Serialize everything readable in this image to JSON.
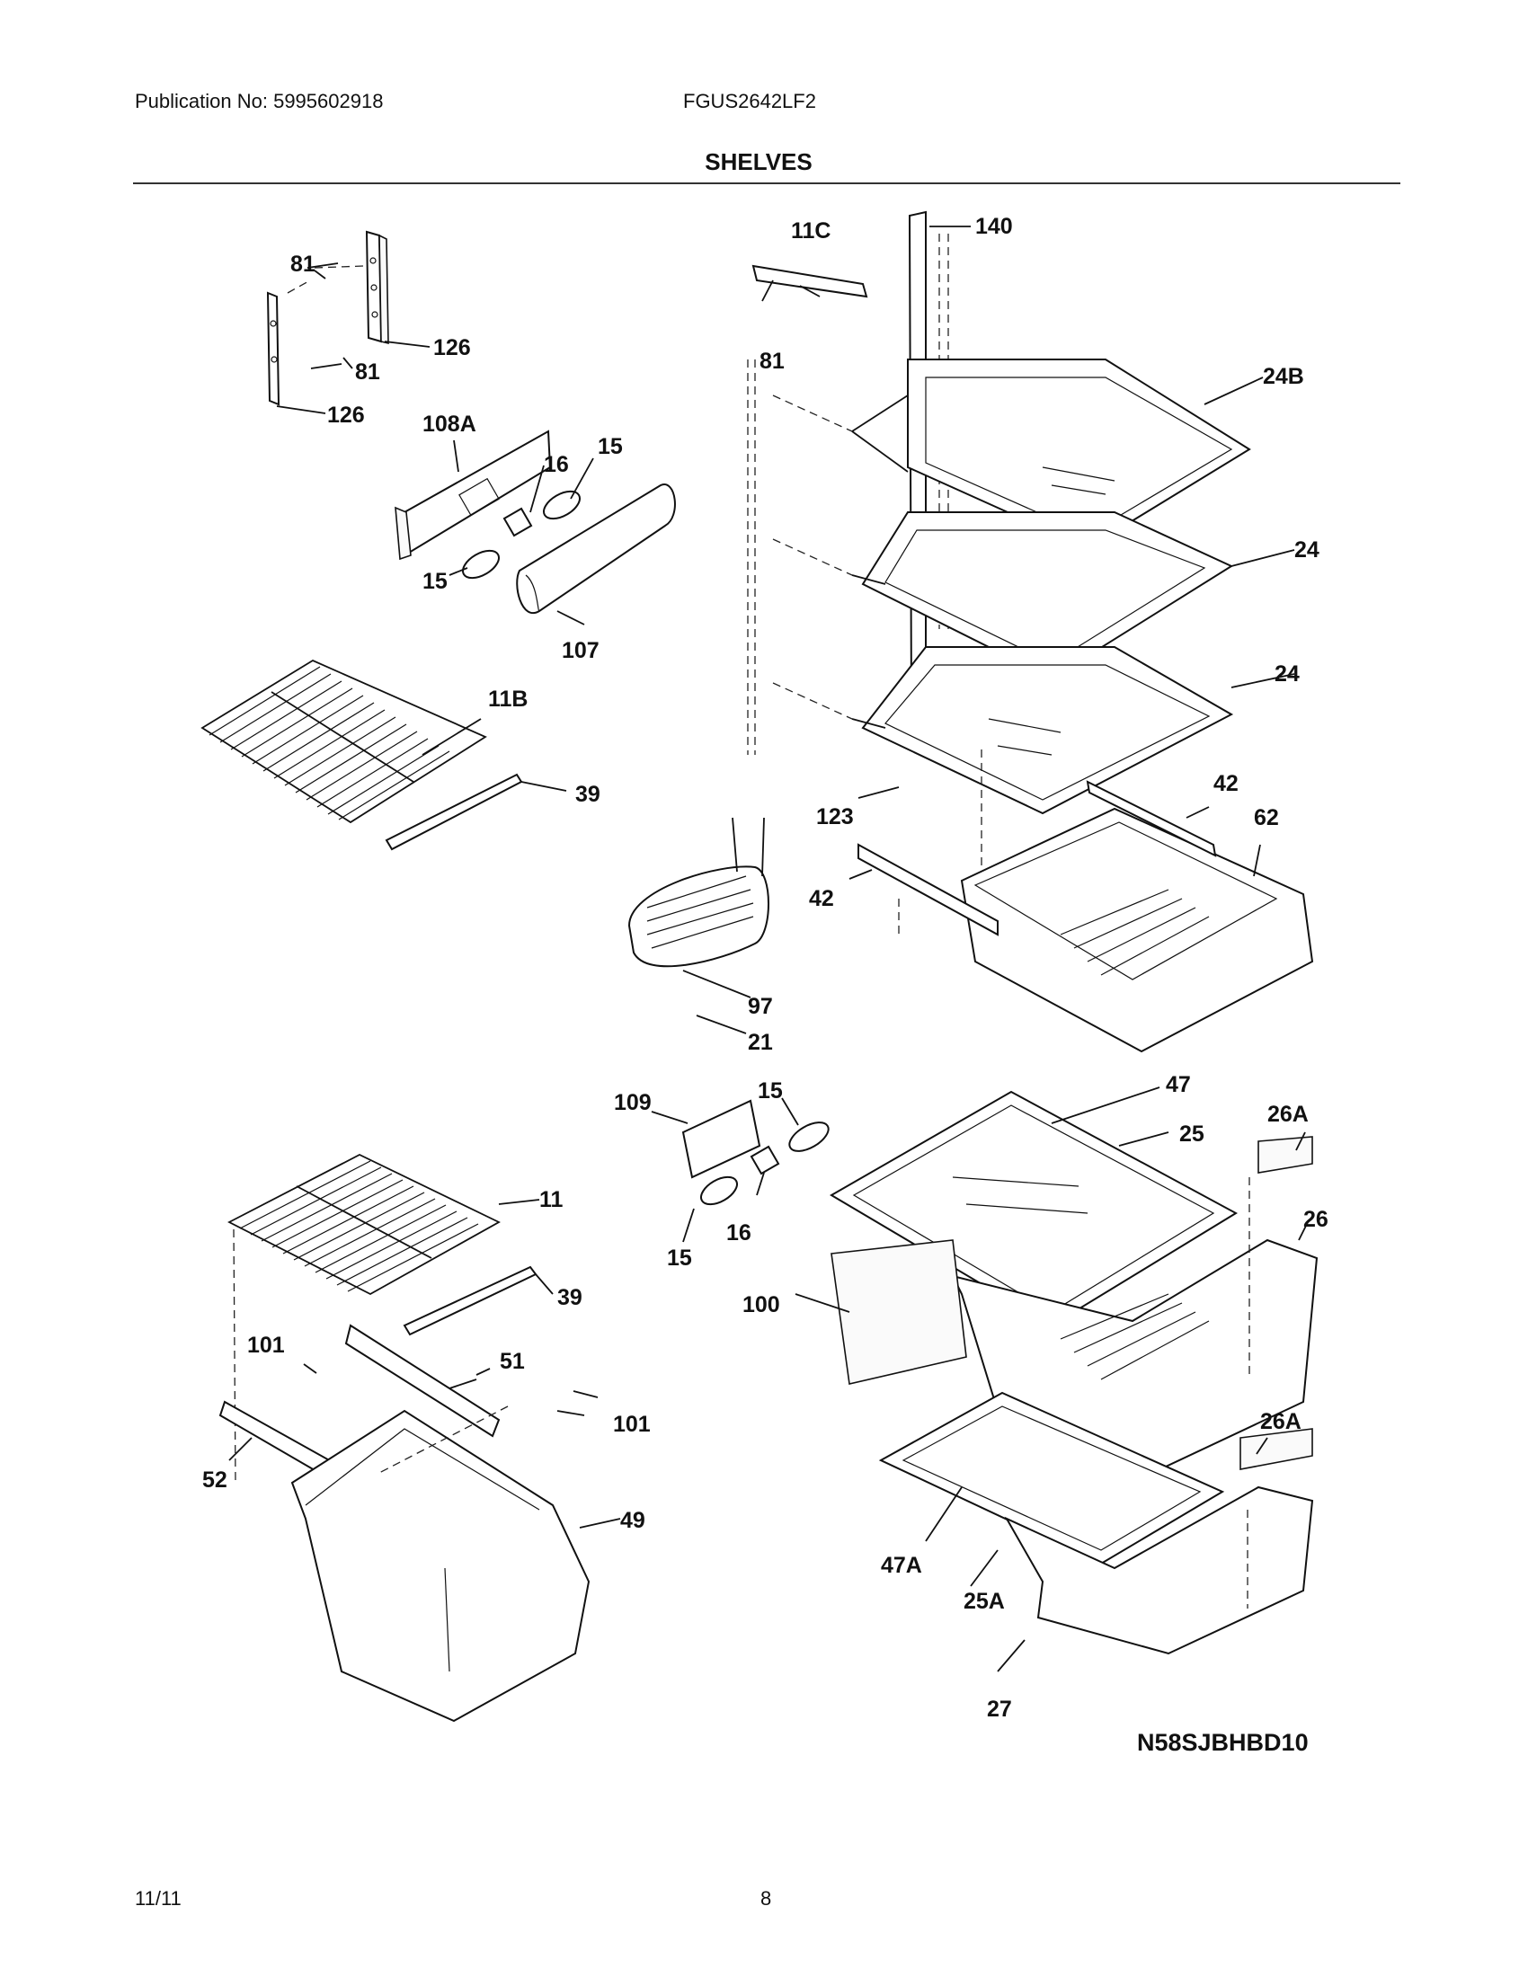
{
  "header": {
    "publication": "Publication No: 5995602918",
    "model": "FGUS2642LF2",
    "title": "SHELVES"
  },
  "callouts": {
    "c81a": "81",
    "c126a": "126",
    "c81b": "81",
    "c126b": "126",
    "c108A": "108A",
    "c16a": "16",
    "c15a": "15",
    "c15b": "15",
    "c107": "107",
    "c11B": "11B",
    "c39a": "39",
    "c11C": "11C",
    "c140": "140",
    "c81c": "81",
    "c24B": "24B",
    "c24a": "24",
    "c24b": "24",
    "c123": "123",
    "c42a": "42",
    "c62": "62",
    "c42b": "42",
    "c97": "97",
    "c21": "21",
    "c109": "109",
    "c15c": "15",
    "c16b": "16",
    "c15d": "15",
    "c47": "47",
    "c25": "25",
    "c26A1": "26A",
    "c26": "26",
    "c100": "100",
    "c11": "11",
    "c39b": "39",
    "c101a": "101",
    "c51": "51",
    "c101b": "101",
    "c52": "52",
    "c49": "49",
    "c26A2": "26A",
    "c47A": "47A",
    "c25A": "25A",
    "c27": "27"
  },
  "diagram_code": "N58SJBHBD10",
  "footer": {
    "date": "11/11",
    "page": "8"
  }
}
